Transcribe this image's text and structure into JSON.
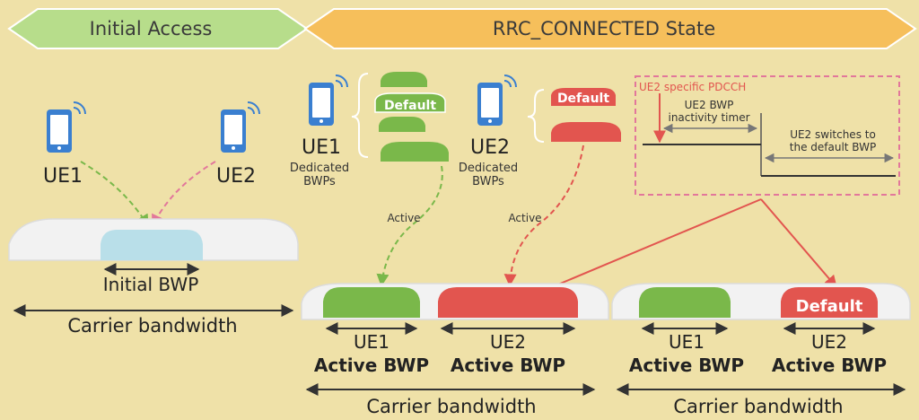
{
  "banner": {
    "initial_access": "Initial Access",
    "rrc_connected": "RRC_CONNECTED State"
  },
  "initial": {
    "ue1": "UE1",
    "ue2": "UE2",
    "initial_bwp": "Initial BWP",
    "carrier": "Carrier bandwidth"
  },
  "dedicated": {
    "ue1": "UE1",
    "ue1_caption_line1": "Dedicated",
    "ue1_caption_line2": "BWPs",
    "ue1_default": "Default",
    "ue2": "UE2",
    "ue2_caption_line1": "Dedicated",
    "ue2_caption_line2": "BWPs",
    "ue2_default": "Default",
    "active_ue1": "Active",
    "active_ue2": "Active"
  },
  "timer_box": {
    "pdcch": "UE2 specific PDCCH",
    "timer_line1": "UE2 BWP",
    "timer_line2": "inactivity timer",
    "switch_line1": "UE2 switches to",
    "switch_line2": "the default BWP"
  },
  "carrier_mid": {
    "ue1": "UE1",
    "ue1_bwp": "Active BWP",
    "ue2": "UE2",
    "ue2_bwp": "Active BWP",
    "carrier": "Carrier bandwidth"
  },
  "carrier_right": {
    "default": "Default",
    "ue1": "UE1",
    "ue1_bwp": "Active BWP",
    "ue2": "UE2",
    "ue2_bwp": "Active BWP",
    "carrier": "Carrier bandwidth"
  },
  "colors": {
    "background": "#efe1a8",
    "initial_banner": "#b7dd8b",
    "rrc_banner": "#f6bf5b",
    "green": "#7ab84a",
    "red": "#e2554f",
    "phone": "#3a7fd0",
    "pink_dash": "#e2779b",
    "light_blue": "#b9dfe9"
  }
}
